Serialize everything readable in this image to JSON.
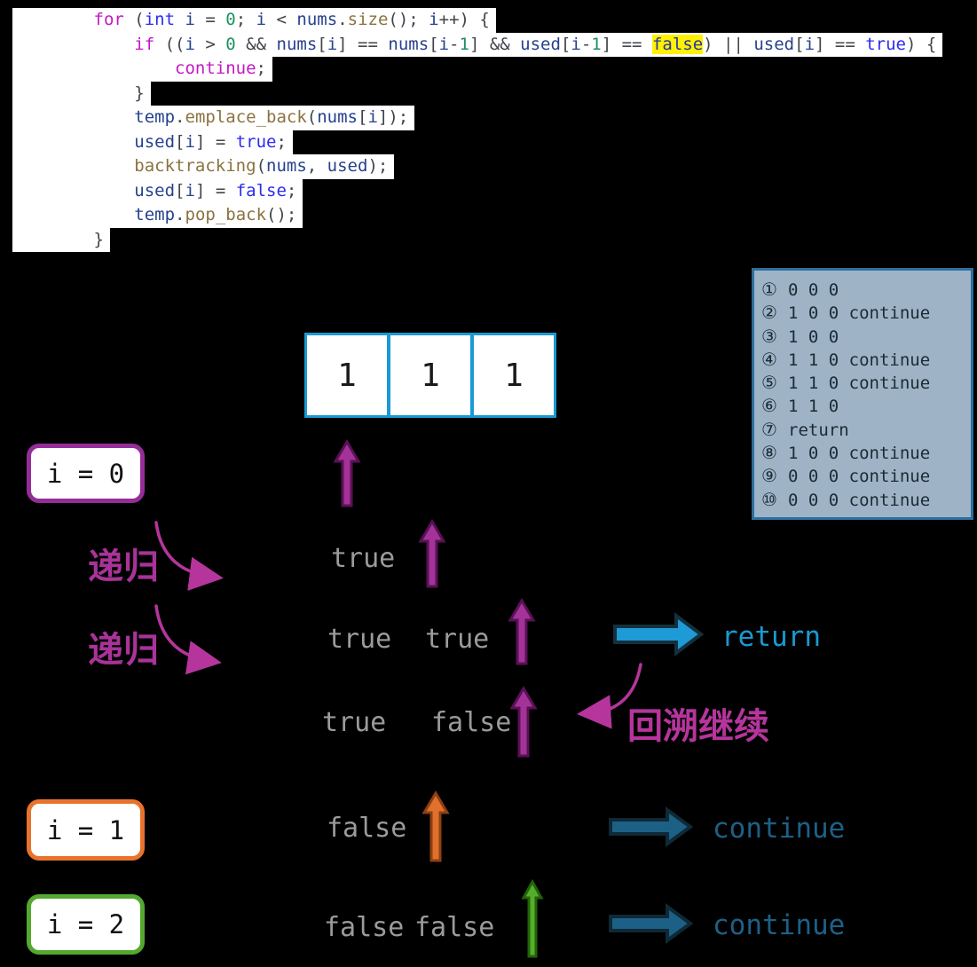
{
  "colors": {
    "background": "#000000",
    "code_bg": "#ffffff",
    "keyword_magenta": "#C119C4",
    "type_blue": "#2B2BF0",
    "identifier_navy": "#27418F",
    "function_olive": "#8A7340",
    "number_green": "#1F9161",
    "highlight_yellow": "#FFF100",
    "panel_bg": "#9EB3C6",
    "panel_border": "#2E6E9C",
    "array_border_blue": "#189AD5",
    "purple_arrow": "#A33299",
    "orange_arrow": "#E0702C",
    "green_arrow": "#54AE2B",
    "return_blue": "#199ACF",
    "continue_blue": "#1D6086",
    "magenta_annotation": "#B5359C",
    "gray_label": "#9B9B9B",
    "ibox0_border": "#952D98",
    "ibox1_border": "#E8732C",
    "ibox2_border": "#54A82F"
  },
  "code": {
    "lines": [
      [
        [
          "        ",
          "pl"
        ],
        [
          "for",
          "kw"
        ],
        [
          " (",
          "op"
        ],
        [
          "int",
          "ty"
        ],
        [
          " ",
          "pl"
        ],
        [
          "i",
          "id"
        ],
        [
          " = ",
          "op"
        ],
        [
          "0",
          "nu"
        ],
        [
          "; ",
          "op"
        ],
        [
          "i",
          "id"
        ],
        [
          " < ",
          "op"
        ],
        [
          "nums",
          "id"
        ],
        [
          ".",
          "op"
        ],
        [
          "size",
          "fn"
        ],
        [
          "(); ",
          "op"
        ],
        [
          "i",
          "id"
        ],
        [
          "++) {",
          "op"
        ]
      ],
      [
        [
          "            ",
          "pl"
        ],
        [
          "if",
          "kw"
        ],
        [
          " ((",
          "op"
        ],
        [
          "i",
          "id"
        ],
        [
          " > ",
          "op"
        ],
        [
          "0",
          "nu"
        ],
        [
          " && ",
          "op"
        ],
        [
          "nums",
          "id"
        ],
        [
          "[",
          "op"
        ],
        [
          "i",
          "id"
        ],
        [
          "] == ",
          "op"
        ],
        [
          "nums",
          "id"
        ],
        [
          "[",
          "op"
        ],
        [
          "i",
          "id"
        ],
        [
          "-",
          "op"
        ],
        [
          "1",
          "nu"
        ],
        [
          "] && ",
          "op"
        ],
        [
          "used",
          "id"
        ],
        [
          "[",
          "op"
        ],
        [
          "i",
          "id"
        ],
        [
          "-",
          "op"
        ],
        [
          "1",
          "nu"
        ],
        [
          "] == ",
          "op"
        ],
        [
          "false",
          "bohl"
        ],
        [
          ") || ",
          "op"
        ],
        [
          "used",
          "id"
        ],
        [
          "[",
          "op"
        ],
        [
          "i",
          "id"
        ],
        [
          "] == ",
          "op"
        ],
        [
          "true",
          "bo"
        ],
        [
          ") {",
          "op"
        ]
      ],
      [
        [
          "                ",
          "pl"
        ],
        [
          "continue",
          "kw"
        ],
        [
          ";",
          "op"
        ]
      ],
      [
        [
          "            }",
          "op"
        ]
      ],
      [
        [
          "            ",
          "pl"
        ],
        [
          "temp",
          "id"
        ],
        [
          ".",
          "op"
        ],
        [
          "emplace_back",
          "fn"
        ],
        [
          "(",
          "op"
        ],
        [
          "nums",
          "id"
        ],
        [
          "[",
          "op"
        ],
        [
          "i",
          "id"
        ],
        [
          "]);",
          "op"
        ]
      ],
      [
        [
          "            ",
          "pl"
        ],
        [
          "used",
          "id"
        ],
        [
          "[",
          "op"
        ],
        [
          "i",
          "id"
        ],
        [
          "] = ",
          "op"
        ],
        [
          "true",
          "bo"
        ],
        [
          ";",
          "op"
        ]
      ],
      [
        [
          "            ",
          "pl"
        ],
        [
          "backtracking",
          "fn"
        ],
        [
          "(",
          "op"
        ],
        [
          "nums",
          "id"
        ],
        [
          ", ",
          "op"
        ],
        [
          "used",
          "id"
        ],
        [
          ");",
          "op"
        ]
      ],
      [
        [
          "            ",
          "pl"
        ],
        [
          "used",
          "id"
        ],
        [
          "[",
          "op"
        ],
        [
          "i",
          "id"
        ],
        [
          "] = ",
          "op"
        ],
        [
          "false",
          "bo"
        ],
        [
          ";",
          "op"
        ]
      ],
      [
        [
          "            ",
          "pl"
        ],
        [
          "temp",
          "id"
        ],
        [
          ".",
          "op"
        ],
        [
          "pop_back",
          "fn"
        ],
        [
          "();",
          "op"
        ]
      ],
      [
        [
          "        }",
          "op"
        ]
      ]
    ]
  },
  "steps": {
    "items": [
      {
        "num": "①",
        "text": "0 0 0"
      },
      {
        "num": "②",
        "text": "1 0 0 continue"
      },
      {
        "num": "③",
        "text": "1 0 0"
      },
      {
        "num": "④",
        "text": "1 1 0 continue"
      },
      {
        "num": "⑤",
        "text": "1 1 0 continue"
      },
      {
        "num": "⑥",
        "text": "1 1 0"
      },
      {
        "num": "⑦",
        "text": "return"
      },
      {
        "num": "⑧",
        "text": "1 0 0 continue"
      },
      {
        "num": "⑨",
        "text": "0 0 0 continue"
      },
      {
        "num": "⑩",
        "text": "0 0 0 continue"
      }
    ]
  },
  "array_box": {
    "cells": [
      "1",
      "1",
      "1"
    ]
  },
  "i_boxes": [
    {
      "label": "i = 0"
    },
    {
      "label": "i = 1"
    },
    {
      "label": "i = 2"
    }
  ],
  "tree_labels": {
    "row2": [
      "true"
    ],
    "row3": [
      "true",
      "true"
    ],
    "row4": [
      "true",
      "false"
    ],
    "row5": [
      "false"
    ],
    "row6": [
      "false",
      "false"
    ]
  },
  "annotations": {
    "digui_labels": [
      "递归",
      "递归"
    ],
    "huisu_label": "回溯继续",
    "return_label": "return",
    "continue_labels": [
      "continue",
      "continue"
    ]
  }
}
